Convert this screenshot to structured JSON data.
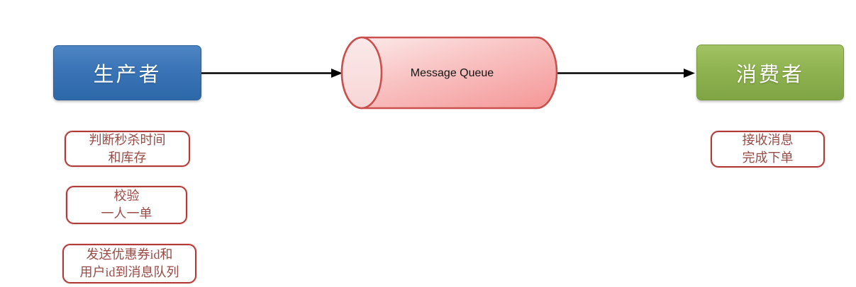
{
  "diagram": {
    "producer": {
      "label": "生产者"
    },
    "queue": {
      "label": "Message Queue"
    },
    "consumer": {
      "label": "消费者"
    },
    "producer_steps": [
      {
        "line1": "判断秒杀时间",
        "line2": "和库存"
      },
      {
        "line1": "校验",
        "line2": "一人一单"
      },
      {
        "line1": "发送优惠券id和",
        "line2": "用户id到消息队列"
      }
    ],
    "consumer_steps": [
      {
        "line1": "接收消息",
        "line2": "完成下单"
      }
    ],
    "colors": {
      "producer_fill": "#3A74B6",
      "consumer_fill": "#8FB350",
      "queue_fill_light": "#FCEAEA",
      "queue_fill_dark": "#F59A9A",
      "queue_border": "#C9504C",
      "step_border": "#B23A37",
      "step_text": "#9A4A45",
      "arrow": "#000000",
      "background": "#FFFFFF"
    }
  }
}
